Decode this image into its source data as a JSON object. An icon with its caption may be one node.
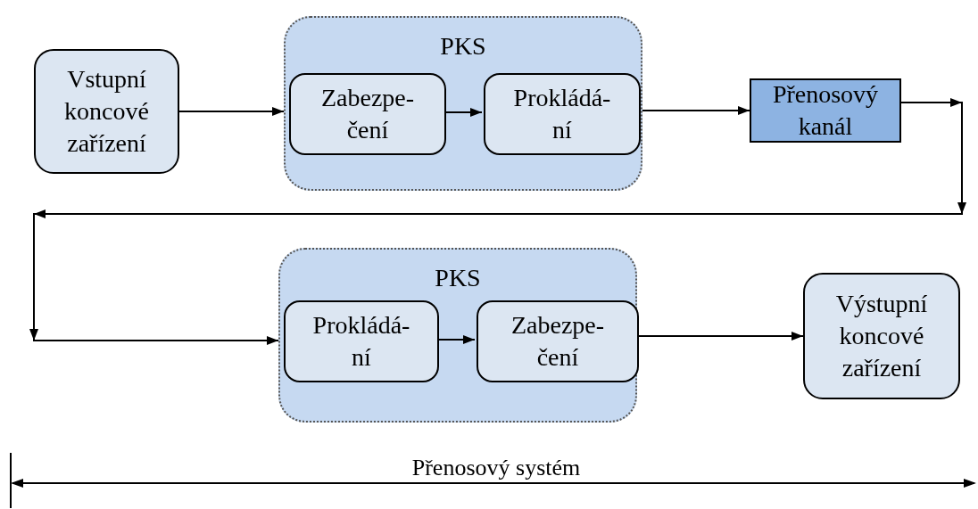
{
  "diagram": {
    "nodes": [
      {
        "text": [
          "Vstupní koncové zařízení"
        ]
      },
      {
        "text": [
          "PKS"
        ]
      },
      {
        "text": [
          "Zabezpe- čení"
        ],
        "in": 1
      },
      {
        "text": [
          "Prokládá- ní"
        ],
        "in": 1
      },
      {
        "text": [
          "Přenosový kanál"
        ]
      },
      {
        "text": [
          "PKS"
        ]
      },
      {
        "text": [
          "Prokládá- ní"
        ],
        "in": 5
      },
      {
        "text": [
          "Zabezpe- čení"
        ],
        "in": 5
      },
      {
        "text": [
          "Výstupní koncové zařízení"
        ]
      }
    ],
    "edges": [
      {
        "from": 0,
        "to": 1,
        "arrow": "to"
      },
      {
        "from": 2,
        "to": 3,
        "arrow": "to"
      },
      {
        "from": 1,
        "to": 4,
        "arrow": "to"
      },
      {
        "from": 4,
        "to": 5,
        "arrow": "to"
      },
      {
        "from": 6,
        "to": 7,
        "arrow": "to"
      },
      {
        "from": 5,
        "to": 8,
        "arrow": "to"
      }
    ],
    "labels": [
      "Přenosový systém"
    ]
  }
}
